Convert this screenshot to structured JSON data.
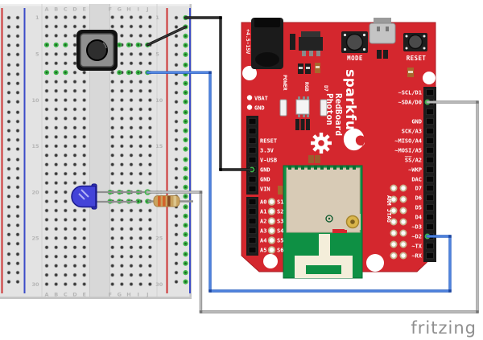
{
  "watermark": "fritzing",
  "breadboard": {
    "letters_left": [
      "A",
      "B",
      "C",
      "D",
      "E"
    ],
    "letters_right": [
      "F",
      "G",
      "H",
      "I",
      "J"
    ],
    "row_numbers": [
      "1",
      "5",
      "10",
      "15",
      "20",
      "25",
      "30"
    ],
    "highlight_color": "#3eb44a",
    "rail_plus_color": "#cc3333",
    "rail_minus_color": "#3b4bc8"
  },
  "components": {
    "pushbutton_name": "pushbutton",
    "led_color": "blue",
    "resistor_bands": [
      "orange",
      "orange",
      "brown",
      "gold"
    ]
  },
  "wires": [
    {
      "name": "gnd-rail-to-gnd-pin",
      "color": "#151515"
    },
    {
      "name": "button-to-gnd-rail",
      "color": "#151515"
    },
    {
      "name": "button-to-d2",
      "color": "#2f63c4"
    },
    {
      "name": "led-to-sda-d0",
      "color": "#8c8c8c"
    }
  ],
  "board": {
    "board_color": "#d4272e",
    "jack_label": "+4.5-15V",
    "mode_label": "MODE",
    "reset_label": "RESET",
    "power_label": "POWER",
    "rgb_label": "RGB",
    "d7_led_label": "D7",
    "vbat_label": "VBAT",
    "gnd_label": "GND",
    "left_pins": [
      "RESET",
      "3.3V",
      "V-USB",
      "GND",
      "GND",
      "VIN"
    ],
    "analog_pins": [
      "A0",
      "A1",
      "A2",
      "A3",
      "A4",
      "A5"
    ],
    "solder_pads": [
      "S1",
      "S2",
      "S3",
      "S4",
      "S5",
      "S6"
    ],
    "right_pins_top": [
      "~SCL/D1",
      "~SDA/D0",
      "",
      "GND",
      "SCK/A3",
      "~MISO/A4",
      "~MOSI/A5",
      "S̅S̅/A2",
      "~WKP",
      "DAC"
    ],
    "right_pins_bottom": [
      "D7",
      "D6",
      "D5",
      "D4",
      "~D3",
      "~D2",
      "~TX",
      "~RX"
    ],
    "jtag_label": "ARM JTAG",
    "logo_main": "sparkfun",
    "logo_sub1": "Photon",
    "logo_sub2": "RedBoard"
  }
}
